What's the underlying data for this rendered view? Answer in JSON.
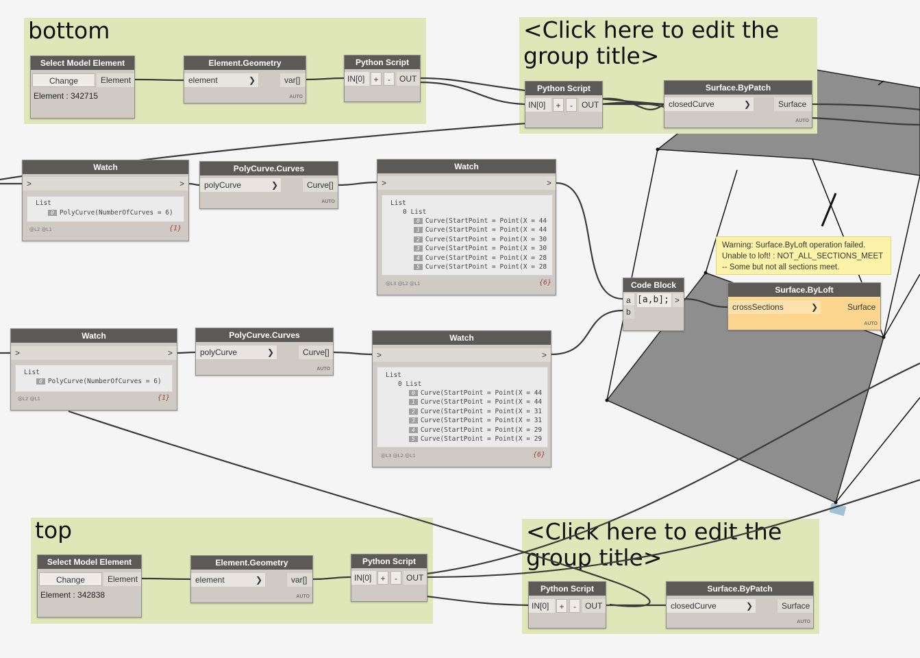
{
  "groups": {
    "bottom_title": "bottom",
    "top_title": "top",
    "right1_title": "<Click here to edit the group title>",
    "right2_title": "<Click here to edit the group title>"
  },
  "nodes": {
    "sme_bottom": {
      "title": "Select Model Element",
      "button": "Change",
      "output": "Element",
      "info": "Element : 342715"
    },
    "eg_bottom": {
      "title": "Element.Geometry",
      "input": "element",
      "output": "var[]",
      "auto": "AUTO"
    },
    "py_bottom": {
      "title": "Python Script",
      "input": "IN[0]",
      "plus": "+",
      "minus": "-",
      "output": "OUT"
    },
    "py_right1": {
      "title": "Python Script",
      "input": "IN[0]",
      "plus": "+",
      "minus": "-",
      "output": "OUT"
    },
    "sbp_right1": {
      "title": "Surface.ByPatch",
      "input": "closedCurve",
      "output": "Surface",
      "auto": "AUTO"
    },
    "watch_a": {
      "title": "Watch",
      "in": ">",
      "out": ">",
      "list": "List",
      "item_index": "0",
      "item": "PolyCurve(NumberOfCurves = 6)",
      "levels": "@L2 @L1",
      "count": "{1}"
    },
    "pcc_a": {
      "title": "PolyCurve.Curves",
      "input": "polyCurve",
      "output": "Curve[]",
      "auto": "AUTO"
    },
    "watch_b": {
      "title": "Watch",
      "in": ">",
      "out": ">",
      "list": "List",
      "sublist": "0 List",
      "items": [
        {
          "i": "0",
          "t": "Curve(StartPoint = Point(X = 44"
        },
        {
          "i": "1",
          "t": "Curve(StartPoint = Point(X = 44"
        },
        {
          "i": "2",
          "t": "Curve(StartPoint = Point(X = 30"
        },
        {
          "i": "3",
          "t": "Curve(StartPoint = Point(X = 30"
        },
        {
          "i": "4",
          "t": "Curve(StartPoint = Point(X = 28"
        },
        {
          "i": "5",
          "t": "Curve(StartPoint = Point(X = 28"
        }
      ],
      "levels": "@L3 @L2 @L1",
      "count": "{6}"
    },
    "code_block": {
      "title": "Code Block",
      "in_a": "a",
      "in_b": "b",
      "code": "[a,b];",
      "out": ">"
    },
    "sbl": {
      "title": "Surface.ByLoft",
      "input": "crossSections",
      "output": "Surface",
      "auto": "AUTO",
      "warning": "Warning: Surface.ByLoft operation failed. Unable to loft! : NOT_ALL_SECTIONS_MEET -- Some but not all sections meet."
    },
    "watch_c": {
      "title": "Watch",
      "in": ">",
      "out": ">",
      "list": "List",
      "item_index": "0",
      "item": "PolyCurve(NumberOfCurves = 6)",
      "levels": "@L2 @L1",
      "count": "{1}"
    },
    "pcc_b": {
      "title": "PolyCurve.Curves",
      "input": "polyCurve",
      "output": "Curve[]",
      "auto": "AUTO"
    },
    "watch_d": {
      "title": "Watch",
      "in": ">",
      "out": ">",
      "list": "List",
      "sublist": "0 List",
      "items": [
        {
          "i": "0",
          "t": "Curve(StartPoint = Point(X = 44"
        },
        {
          "i": "1",
          "t": "Curve(StartPoint = Point(X = 44"
        },
        {
          "i": "2",
          "t": "Curve(StartPoint = Point(X = 31"
        },
        {
          "i": "3",
          "t": "Curve(StartPoint = Point(X = 31"
        },
        {
          "i": "4",
          "t": "Curve(StartPoint = Point(X = 29"
        },
        {
          "i": "5",
          "t": "Curve(StartPoint = Point(X = 29"
        }
      ],
      "levels": "@L3 @L2 @L1",
      "count": "{6}"
    },
    "sme_top": {
      "title": "Select Model Element",
      "button": "Change",
      "output": "Element",
      "info": "Element : 342838"
    },
    "eg_top": {
      "title": "Element.Geometry",
      "input": "element",
      "output": "var[]",
      "auto": "AUTO"
    },
    "py_top": {
      "title": "Python Script",
      "input": "IN[0]",
      "plus": "+",
      "minus": "-",
      "output": "OUT"
    },
    "py_right2": {
      "title": "Python Script",
      "input": "IN[0]",
      "plus": "+",
      "minus": "-",
      "output": "OUT"
    },
    "sbp_right2": {
      "title": "Surface.ByPatch",
      "input": "closedCurve",
      "output": "Surface",
      "auto": "AUTO"
    }
  },
  "colors": {
    "background": "#f5f5f5",
    "group": "#dfe7b8",
    "node_header": "#5b5a57",
    "warning": "#fdf3a8",
    "geometry": "#8e8e8e"
  }
}
